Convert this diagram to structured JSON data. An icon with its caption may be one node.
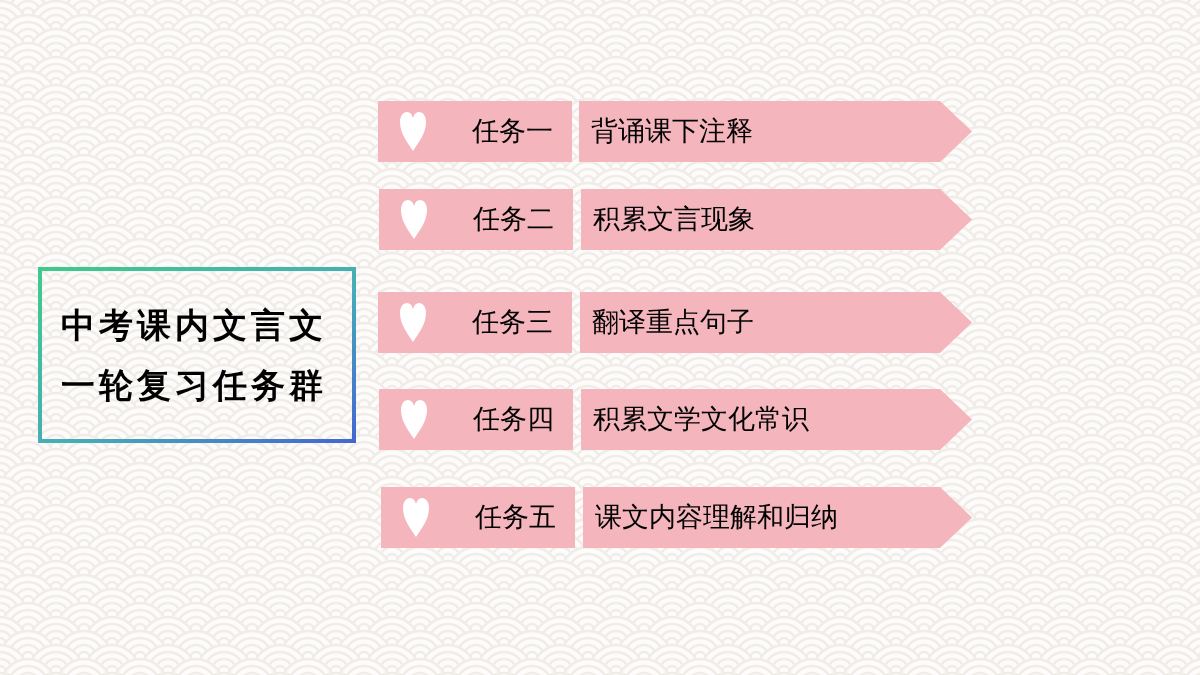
{
  "diagram": {
    "nodes": [
      {
        "text": [
          "中考课内文言文一轮复习任务群"
        ]
      },
      {
        "text": [
          "任务一"
        ]
      },
      {
        "text": [
          "背诵课下注释"
        ]
      },
      {
        "text": [
          "任务二"
        ]
      },
      {
        "text": [
          "积累文言现象"
        ]
      },
      {
        "text": [
          "任务三"
        ]
      },
      {
        "text": [
          "翻译重点句子"
        ]
      },
      {
        "text": [
          "任务四"
        ]
      },
      {
        "text": [
          "积累文学文化常识"
        ]
      },
      {
        "text": [
          "任务五"
        ]
      },
      {
        "text": [
          "课文内容理解和归纳"
        ]
      }
    ]
  }
}
